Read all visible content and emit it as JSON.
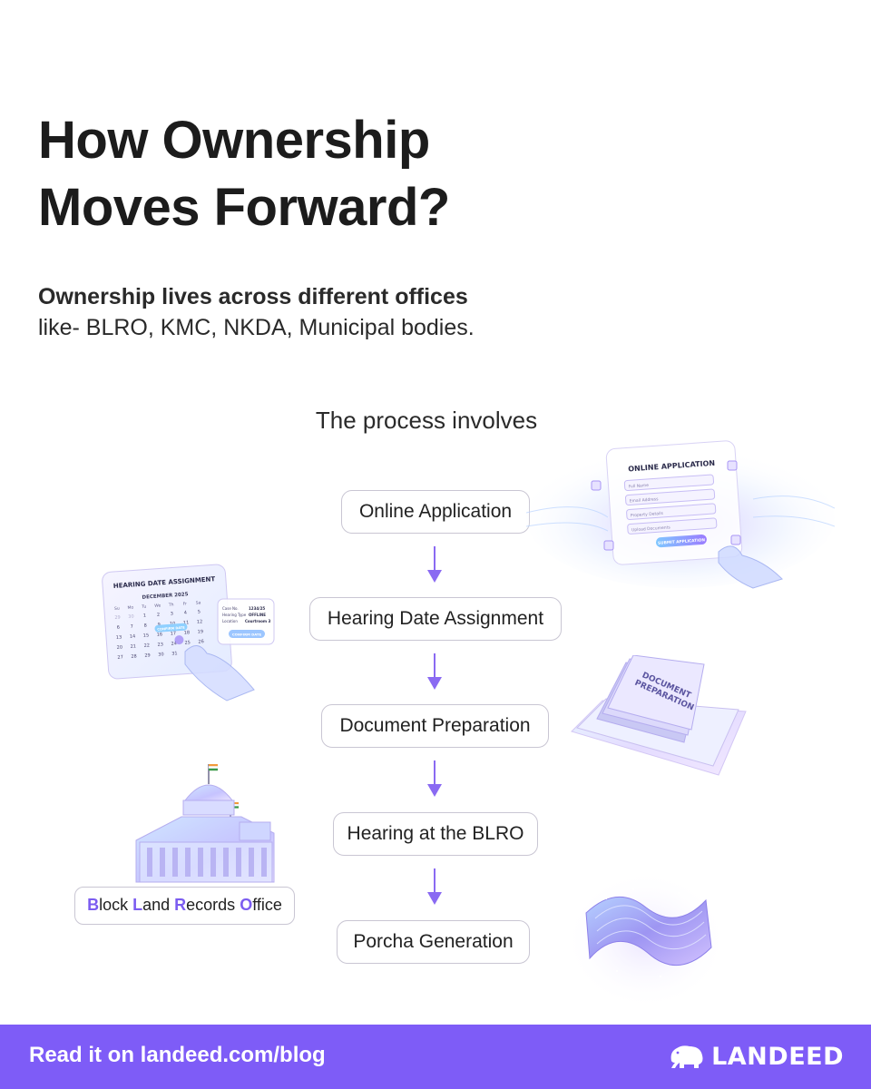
{
  "header": {
    "title_line1": "How Ownership",
    "title_line2": "Moves Forward?"
  },
  "intro": {
    "bold": "Ownership lives across different offices",
    "normal": "like- BLRO, KMC, NKDA, Municipal bodies."
  },
  "process": {
    "label": "The process involves",
    "steps": [
      "Online Application",
      "Hearing Date Assignment",
      "Document Preparation",
      "Hearing at the BLRO",
      "Porcha Generation"
    ]
  },
  "illustrations": {
    "online_app": {
      "title": "ONLINE APPLICATION",
      "fields": [
        "Full Name",
        "Email Address",
        "Property Details",
        "Upload Documents"
      ],
      "button": "SUBMIT APPLICATION"
    },
    "hearing": {
      "title": "HEARING DATE ASSIGNMENT",
      "month": "DECEMBER 2025",
      "days": [
        "Su",
        "Mo",
        "Tu",
        "We",
        "Th",
        "Fr",
        "Sa"
      ],
      "dates": [
        "29",
        "30",
        "1",
        "2",
        "3",
        "4",
        "5",
        "6",
        "7",
        "8",
        "9",
        "10",
        "11",
        "12",
        "13",
        "14",
        "15",
        "16",
        "17",
        "18",
        "19",
        "20",
        "21",
        "22",
        "23",
        "24",
        "25",
        "26",
        "27",
        "28",
        "29",
        "30",
        "31"
      ],
      "side_labels": [
        "Case No.",
        "Hearing Type",
        "Location"
      ],
      "side_values": [
        "1234/25",
        "OFFLINE",
        "Courtroom 3"
      ],
      "side_button": "CONFIRM DATE",
      "cal_button": "CONFIRM DATE"
    },
    "document": {
      "label_line1": "DOCUMENT",
      "label_line2": "PREPARATION"
    }
  },
  "blro": {
    "parts": [
      {
        "cap": "B",
        "rest": "lock "
      },
      {
        "cap": "L",
        "rest": "and "
      },
      {
        "cap": "R",
        "rest": "ecords "
      },
      {
        "cap": "O",
        "rest": "ffice"
      }
    ]
  },
  "footer": {
    "link_text": "Read it on landeed.com/blog",
    "brand": "LANDEED"
  },
  "colors": {
    "accent": "#7e5cf7",
    "arrow": "#8a6af2",
    "border": "#c9c6d3"
  }
}
